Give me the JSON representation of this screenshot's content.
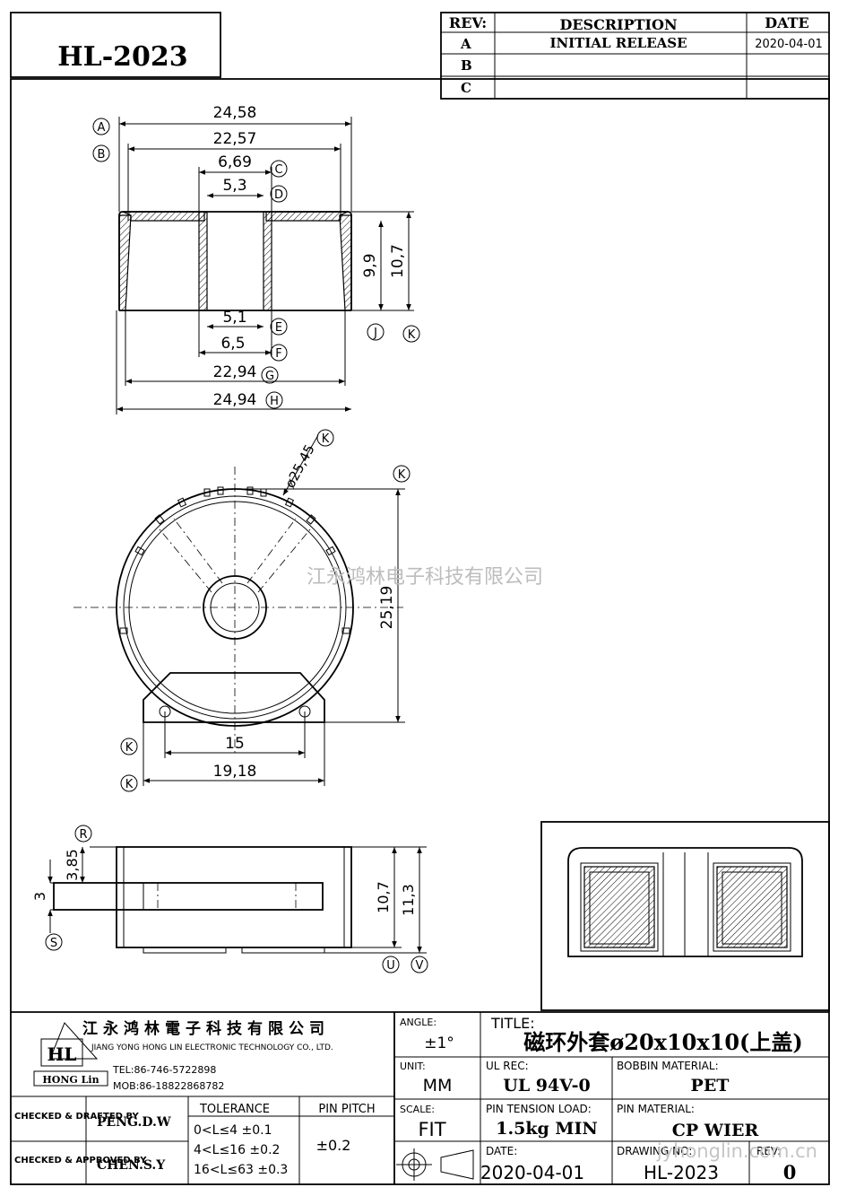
{
  "part_number": "HL-2023",
  "revision_table": {
    "headers": {
      "rev": "REV:",
      "description": "DESCRIPTION",
      "date": "DATE"
    },
    "rows": [
      {
        "rev": "A",
        "description": "INITIAL  RELEASE",
        "date": "2020-04-01"
      },
      {
        "rev": "B",
        "description": "",
        "date": ""
      },
      {
        "rev": "C",
        "description": "",
        "date": ""
      }
    ]
  },
  "dimensions": {
    "top_view": {
      "a": "24,58",
      "b": "22,57",
      "c": "6,69",
      "d": "5,3",
      "e": "5,1",
      "f": "6,5",
      "g": "22,94",
      "h": "24,94",
      "j": "9,9",
      "k": "10,7"
    },
    "front_view": {
      "diameter": "ø25,45",
      "height": "25,19",
      "inner": "15",
      "outer": "19,18"
    },
    "side_view": {
      "r": "3,85",
      "s": "3",
      "u": "10,7",
      "v": "11,3"
    }
  },
  "markers": {
    "a": "A",
    "b": "B",
    "c": "C",
    "d": "D",
    "e": "E",
    "f": "F",
    "g": "G",
    "h": "H",
    "j": "J",
    "k": "K",
    "r": "R",
    "s": "S",
    "u": "U",
    "v": "V"
  },
  "watermark": "江永鸿林电子科技有限公司",
  "watermark_url": "jyhonglin.com.cn",
  "title_block": {
    "company_cn": "江永鸿林電子科技有限公司",
    "company_en": "JIANG YONG HONG LIN ELECTRONIC TECHNOLOGY CO., LTD.",
    "logo_text": "HL",
    "logo_sub": "HONG Lin",
    "tel": "TEL:86-746-5722898",
    "mob": "MOB:86-18822868782",
    "angle_label": "ANGLE:",
    "angle_value": "±1°",
    "title_label": "TITLE:",
    "title_value": "磁环外套ø20x10x10(上盖)",
    "unit_label": "UNIT:",
    "unit_value": "MM",
    "ul_label": "UL REC:",
    "ul_value": "UL 94V-0",
    "bobbin_label": "BOBBIN MATERIAL:",
    "bobbin_value": "PET",
    "checked_drafted_label": "CHECKED & DRAFTED BY",
    "checked_drafted_value": "PENG.D.W",
    "checked_approved_label": "CHECKED & APPROVED BY",
    "checked_approved_value": "CHEN.S.Y",
    "tolerance_label": "TOLERANCE",
    "tolerance_rows": [
      "0<L≤4   ±0.1",
      "4<L≤16  ±0.2",
      "16<L≤63 ±0.3"
    ],
    "pin_pitch_label": "PIN PITCH",
    "pin_pitch_value": "±0.2",
    "scale_label": "SCALE:",
    "scale_value": "FIT",
    "pin_tension_label": "PIN TENSION LOAD:",
    "pin_tension_value": "1.5kg MIN",
    "pin_material_label": "PIN MATERIAL:",
    "pin_material_value": "CP  WIER",
    "date_label": "DATE:",
    "date_value": "2020-04-01",
    "drawing_no_label": "DRAWING NO:",
    "drawing_no_value": "HL-2023",
    "rev_label": "REV:",
    "rev_value": "0"
  }
}
